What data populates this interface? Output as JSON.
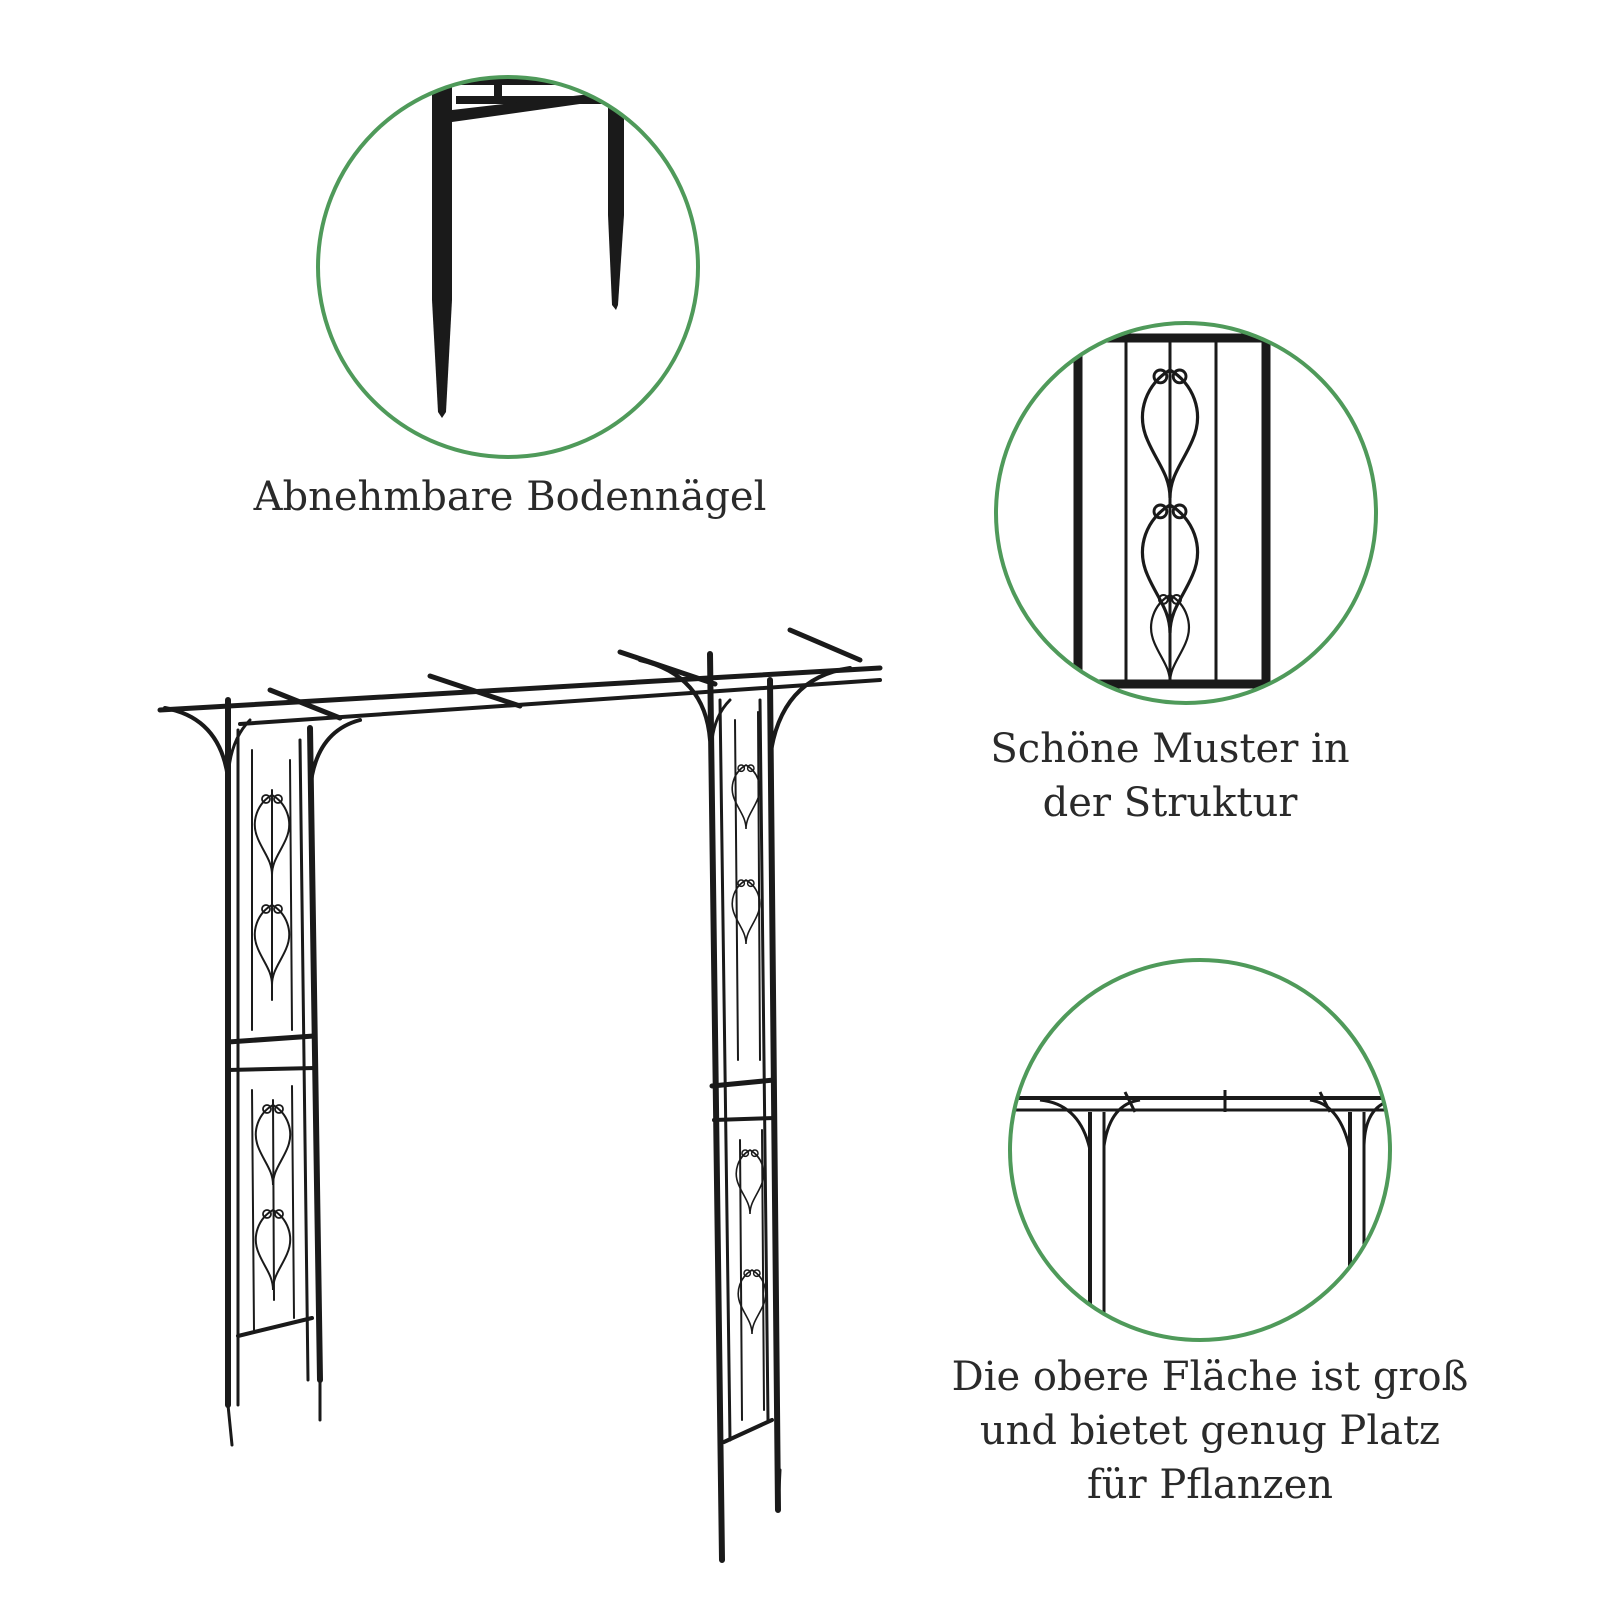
{
  "accent_color": "#4f9a5a",
  "frame_color": "#1a1a1a",
  "details": [
    {
      "lines": [
        "Abnehmbare Bodennägel"
      ],
      "icon": "ground-stake-detail"
    },
    {
      "lines": [
        "Schöne Muster in",
        "der Struktur"
      ],
      "icon": "scroll-pattern-detail"
    },
    {
      "lines": [
        "Die obere Fläche ist groß",
        "und bietet genug Platz",
        "für Pflanzen"
      ],
      "icon": "arch-top-detail"
    }
  ]
}
